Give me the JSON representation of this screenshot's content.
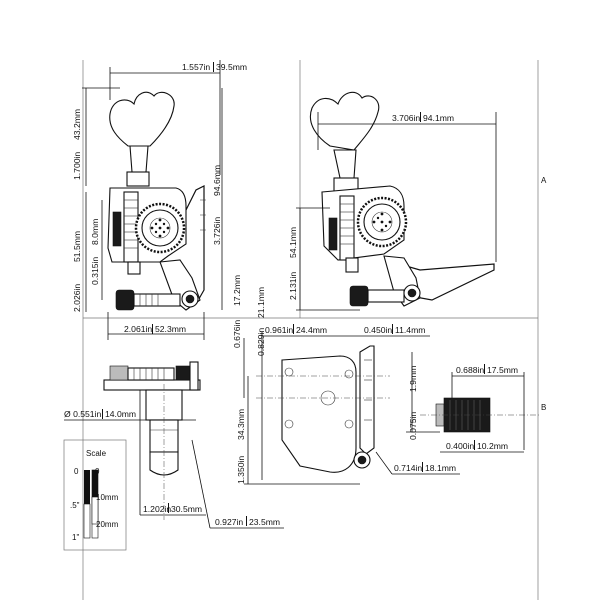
{
  "dimensions": {
    "d1": "1.557in",
    "d1b": "39.5mm",
    "d2": "1.700in",
    "d2b": "43.2mm",
    "d3": "3.726in",
    "d3b": "94.6mm",
    "d4": "2.026in",
    "d4b": "51.5mm",
    "d5": "0.315in",
    "d5b": "8.0mm",
    "d6": "2.061in",
    "d6b": "52.3mm",
    "d7": "3.706in",
    "d7b": "94.1mm",
    "d8": "2.131in",
    "d8b": "54.1mm",
    "d9": "0.961in",
    "d9b": "24.4mm",
    "d10": "0.450in",
    "d10b": "11.4mm",
    "d11": "0.829in",
    "d11b": "21.1mm",
    "d12": "0.676in",
    "d12b": "17.2mm",
    "d13": "1.350in",
    "d13b": "34.3mm",
    "d14": "0.714in",
    "d14b": "18.1mm",
    "d15": "0.688in",
    "d15b": "17.5mm",
    "d16": "0.075in",
    "d16b": "1.9mm",
    "d17": "0.400in",
    "d17b": "10.2mm",
    "d18": "Ø 0.551in",
    "d18b": "14.0mm",
    "d19": "1.202in",
    "d19b": "30.5mm",
    "d20": "0.927in",
    "d20b": "23.5mm"
  },
  "scale": {
    "title": "Scale",
    "zero_left": "0",
    "zero_right": "0",
    "half_inch": ".5\"",
    "one_inch": "1\"",
    "ten_mm": "10mm",
    "twenty_mm": "20mm"
  },
  "frame_marks": {
    "right_a": "A",
    "right_b": "B"
  }
}
